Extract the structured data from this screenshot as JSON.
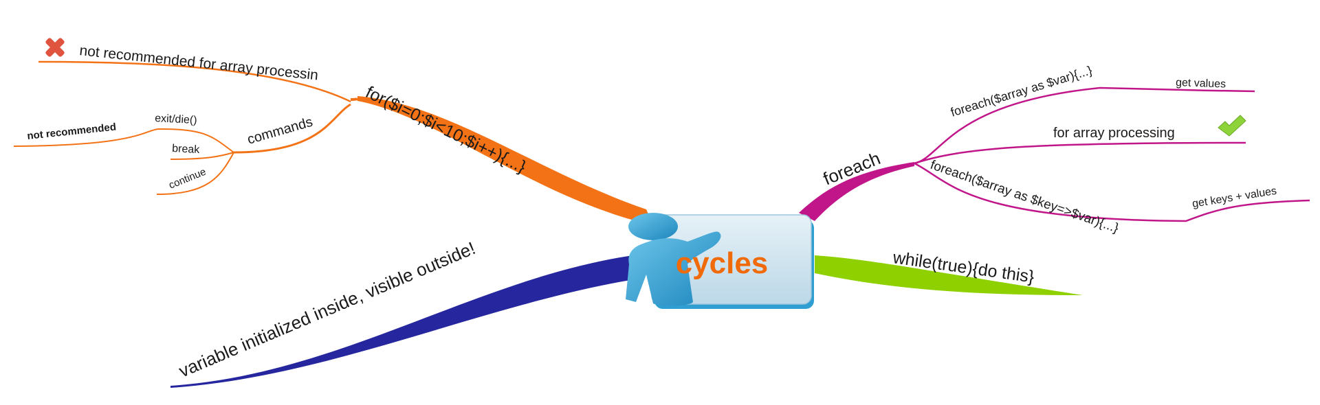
{
  "central": {
    "label": "cycles",
    "label_color": "#f06a0a",
    "box_color": "#cfe3ee",
    "figure_color": "#2f9ed0"
  },
  "colors": {
    "for": "#f47216",
    "foreach": "#c0168a",
    "while": "#8fd100",
    "variable": "#26279f"
  },
  "branches": {
    "for": {
      "label": "for($i=0;$i<10;$i++){...}",
      "not_recommended_array": "not recommended for array processin",
      "commands": {
        "label": "commands",
        "exit": "exit/die()",
        "not_recommended": "not recommended",
        "break": "break",
        "continue": "continue"
      }
    },
    "foreach": {
      "label": "foreach",
      "values_syntax": "foreach($array as $var){...}",
      "get_values": "get values",
      "for_array": "for array processing",
      "keys_syntax": "foreach($array as $key=>$var){...}",
      "get_keys_values": "get keys + values"
    },
    "while": {
      "label": "while(true){do this}"
    },
    "variable": {
      "label": "variable initialized inside, visible outside!"
    }
  },
  "icons": {
    "cross": "red-cross-icon",
    "check": "green-check-icon",
    "figure": "presenter-figure-icon"
  }
}
